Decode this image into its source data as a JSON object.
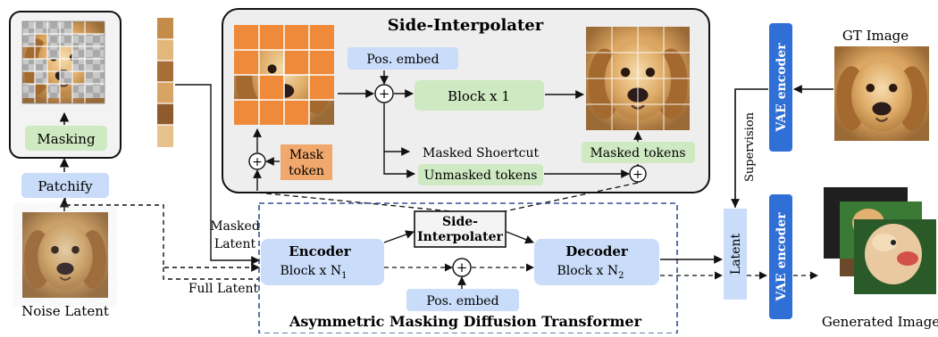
{
  "side_interpolater": {
    "title": "Side-Interpolater",
    "pos_embed": "Pos. embed",
    "block": "Block x 1",
    "mask_token": [
      "Mask",
      "token"
    ],
    "masked_shortcut": "Masked Shoertcut",
    "masked_tokens": "Masked tokens",
    "unmasked_tokens": "Unmasked tokens"
  },
  "left": {
    "masking": "Masking",
    "patchify": "Patchify",
    "noise_latent": "Noise Latent",
    "masked_latent": [
      "Masked",
      "Latent"
    ],
    "full_latent": "Full Latent"
  },
  "amdt": {
    "title": "Asymmetric Masking Diffusion Transformer",
    "encoder_title": "Encoder",
    "encoder_block": "Block x N",
    "encoder_sub": "1",
    "decoder_title": "Decoder",
    "decoder_block": "Block x N",
    "decoder_sub": "2",
    "side_interp_box": [
      "Side-",
      "Interpolater"
    ],
    "pos_embed": "Pos. embed"
  },
  "right": {
    "gt_image": "GT Image",
    "vae_encoder_top": "VAE encoder",
    "vae_encoder_bottom": "VAE encoder",
    "supervision": "Supervision",
    "latent": "Latent",
    "generated_image": "Generated Image"
  },
  "colors": {
    "blue": "#c9dcf9",
    "green": "#cfe9c3",
    "orange": "#ef8a3a",
    "mask_orange": "#f4c8a4",
    "vae_blue": "#2f6fd6",
    "dashed_border": "#33518f",
    "gray_panel": "#eeeeee"
  }
}
